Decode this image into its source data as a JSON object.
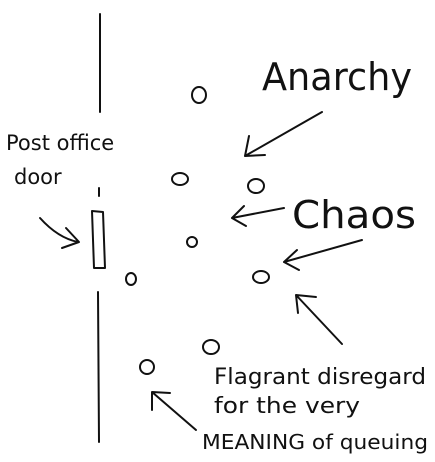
{
  "labels": {
    "post_office_line1": "Post office",
    "post_office_line2": "door",
    "anarchy": "Anarchy",
    "chaos": "Chaos",
    "disregard_line1": "Flagrant disregard",
    "disregard_line2": "for the very",
    "disregard_line3": "MEANING of queuing"
  },
  "colors": {
    "ink": "#111111",
    "background": "#ffffff"
  }
}
